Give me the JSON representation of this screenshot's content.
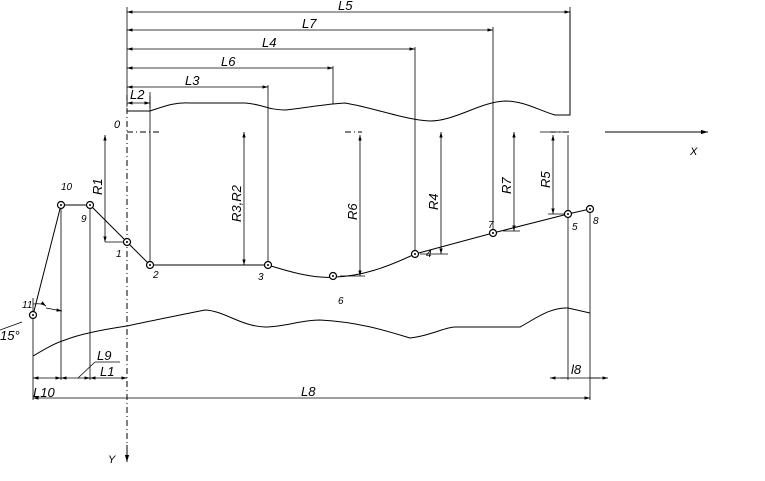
{
  "axes": {
    "x_label": "X",
    "y_label": "Y",
    "origin_label": "0"
  },
  "dimensions": {
    "L5": "L5",
    "L7": "L7",
    "L4": "L4",
    "L6": "L6",
    "L3": "L3",
    "L2": "L2",
    "R1": "R1",
    "R3R2": "R3,R2",
    "R6": "R6",
    "R4": "R4",
    "R7": "R7",
    "R5": "R5",
    "L9": "L9",
    "L1": "L1",
    "L10": "L10",
    "L8": "L8",
    "L8b": "l8",
    "angle": "15°"
  },
  "points": {
    "p1": "1",
    "p2": "2",
    "p3": "3",
    "p4": "4",
    "p5": "5",
    "p6": "6",
    "p7": "7",
    "p8": "8",
    "p9": "9",
    "p10": "10",
    "p11": "11"
  }
}
